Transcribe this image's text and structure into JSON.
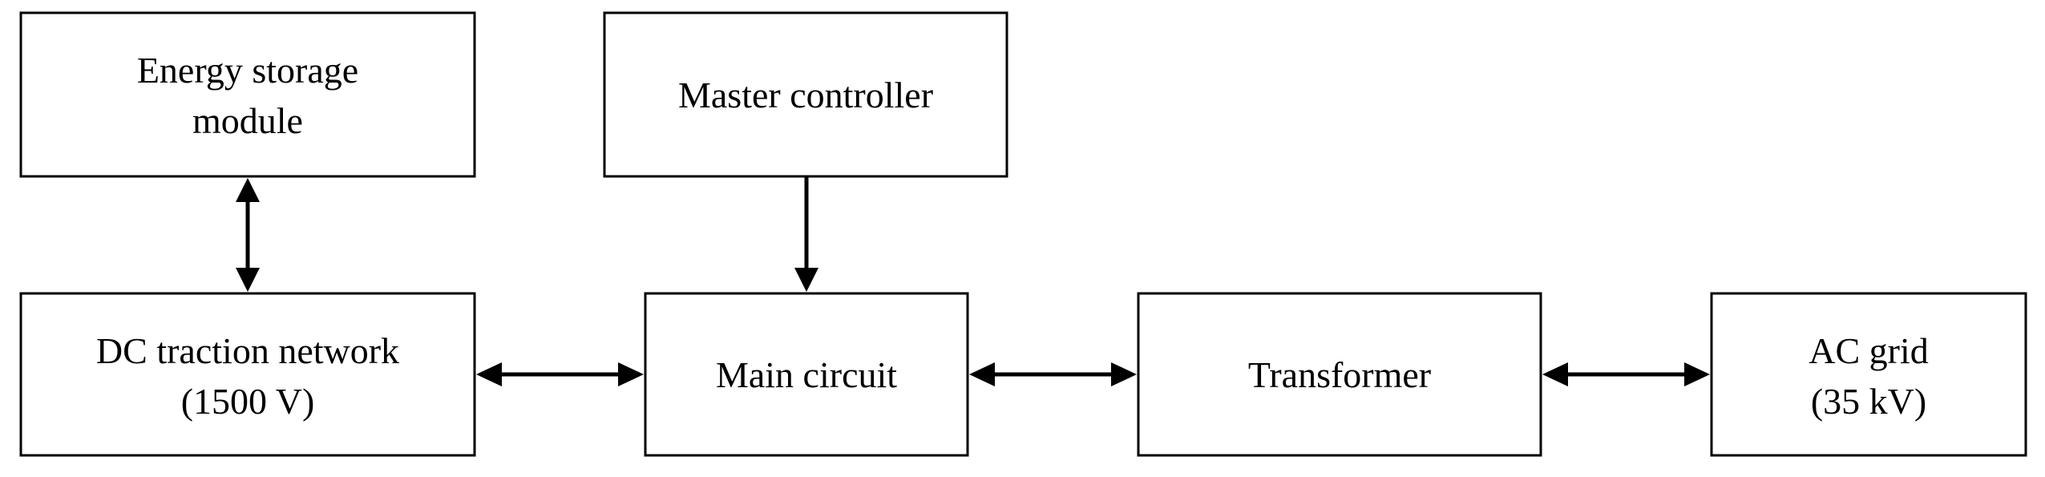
{
  "diagram": {
    "blocks": {
      "energy_storage": {
        "line1": "Energy storage",
        "line2": "module"
      },
      "master_controller": {
        "line1": "Master controller"
      },
      "dc_traction": {
        "line1": "DC traction network",
        "line2": "(1500 V)"
      },
      "main_circuit": {
        "line1": "Main circuit"
      },
      "transformer": {
        "line1": "Transformer"
      },
      "ac_grid": {
        "line1": "AC grid",
        "line2": "(35 kV)"
      }
    },
    "connections": [
      {
        "from": "Energy storage module",
        "to": "DC traction network",
        "direction": "bidirectional"
      },
      {
        "from": "Master controller",
        "to": "Main circuit",
        "direction": "one-way"
      },
      {
        "from": "DC traction network",
        "to": "Main circuit",
        "direction": "bidirectional"
      },
      {
        "from": "Main circuit",
        "to": "Transformer",
        "direction": "bidirectional"
      },
      {
        "from": "Transformer",
        "to": "AC grid",
        "direction": "bidirectional"
      }
    ]
  }
}
